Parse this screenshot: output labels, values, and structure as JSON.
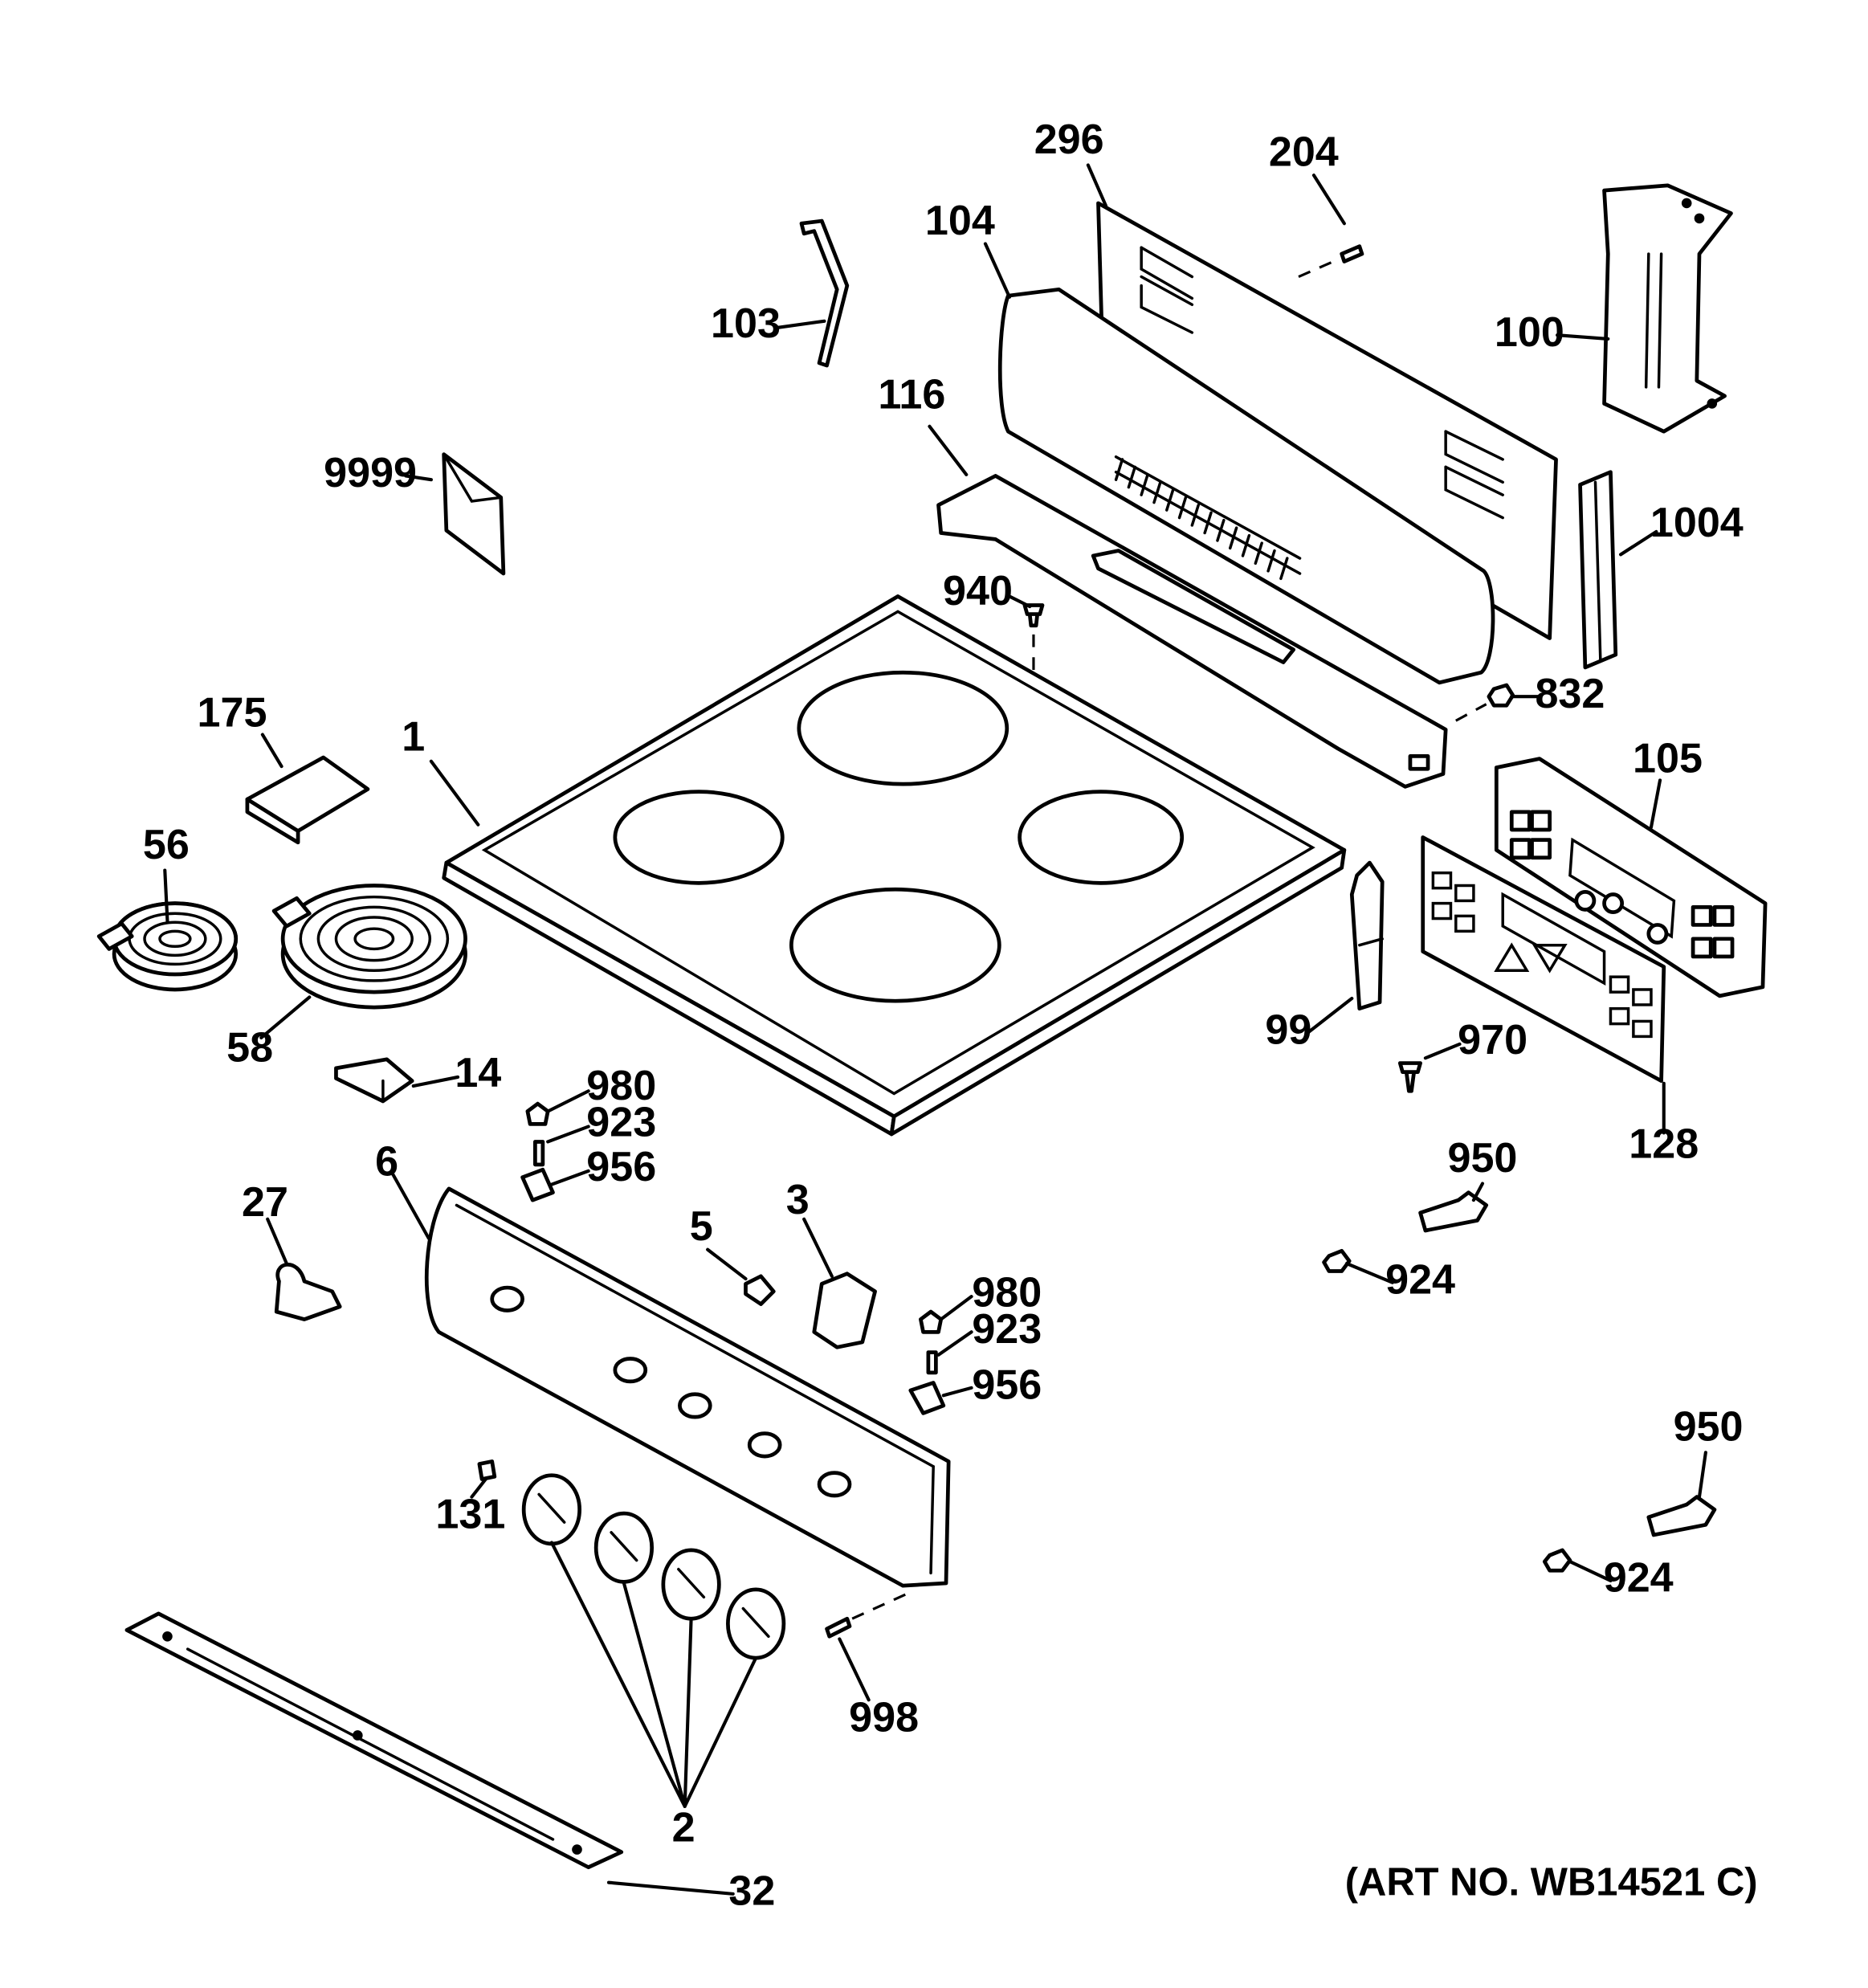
{
  "art_number": "(ART NO. WB14521 C)",
  "callouts": {
    "c296": "296",
    "c204": "204",
    "c104": "104",
    "c103": "103",
    "c100": "100",
    "c116": "116",
    "c9999": "9999",
    "c1004": "1004",
    "c940": "940",
    "c832": "832",
    "c175": "175",
    "c1": "1",
    "c105": "105",
    "c56": "56",
    "c58": "58",
    "c99": "99",
    "c970": "970",
    "c14": "14",
    "c980a": "980",
    "c923a": "923",
    "c956a": "956",
    "c128": "128",
    "c950a": "950",
    "c6": "6",
    "c27": "27",
    "c3": "3",
    "c5": "5",
    "c924a": "924",
    "c980b": "980",
    "c923b": "923",
    "c956b": "956",
    "c950b": "950",
    "c131": "131",
    "c924b": "924",
    "c998": "998",
    "c2": "2",
    "c32": "32"
  }
}
